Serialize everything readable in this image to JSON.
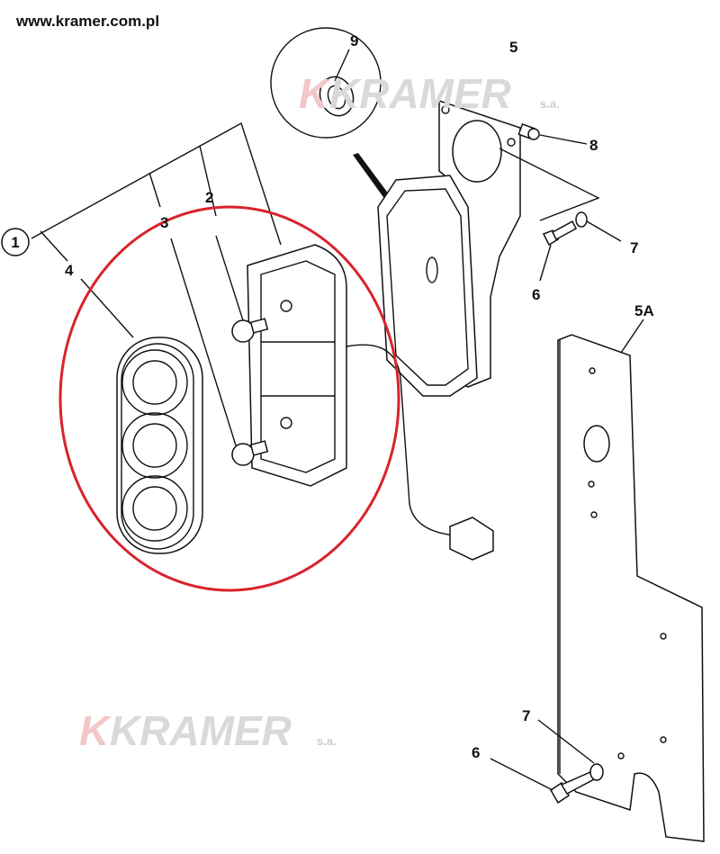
{
  "header": {
    "url": "www.kramer.com.pl"
  },
  "watermark": {
    "brand": "KRAMER",
    "suffix": "s.a."
  },
  "callouts": {
    "c1": "1",
    "c2": "2",
    "c3": "3",
    "c4": "4",
    "c5": "5",
    "c5a": "5A",
    "c6a": "6",
    "c7a": "7",
    "c8": "8",
    "c9": "9",
    "c6b": "6",
    "c7b": "7"
  },
  "colors": {
    "highlight": "#d8232a",
    "watermark_k": "#f2c7c7",
    "watermark_text": "#d9d9d9"
  }
}
